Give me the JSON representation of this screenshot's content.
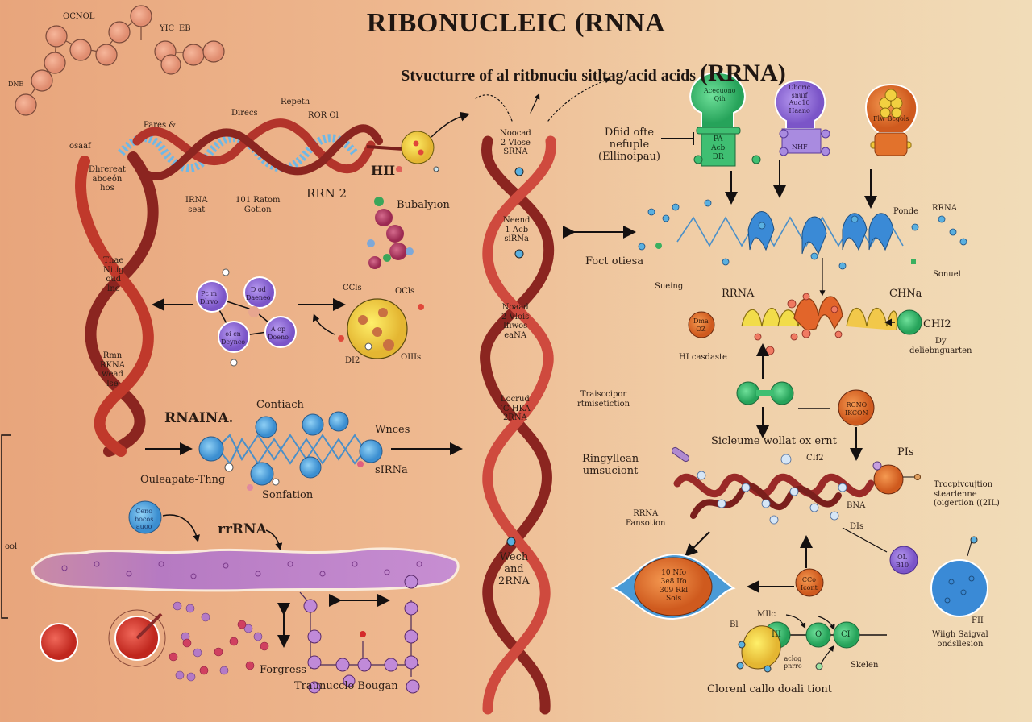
{
  "title": "RIBONUCLEIC (RNNA",
  "subtitle": {
    "text": "Stvucturre of al ritbnuciu sitltag/acid acids",
    "acronym": "(RRNA)"
  },
  "colors": {
    "background_left": "#e8a57c",
    "background_right": "#f1dcb8",
    "helix_red": "#b3342b",
    "helix_dark": "#7a1f1c",
    "base_blue": "#5aa9dd",
    "node_purple": "#9b6fd6",
    "node_green": "#3dbb6e",
    "node_orange": "#e2722c",
    "node_yellow": "#f2d84a",
    "rrna_purple": "#b77cc5"
  },
  "top_left_molecule": {
    "labels": [
      "OCNOL",
      "YIC",
      "EB",
      "DNE"
    ]
  },
  "horizontal_helix": {
    "labels": {
      "left": "osaaf",
      "left_side": [
        "Dhrereat",
        "aboeón",
        "hos"
      ],
      "pairs": "Pares &",
      "direct": "Direcs",
      "repeat": "Repeth",
      "ror": "ROR Ol",
      "rna_seat": [
        "IRNA",
        "seat"
      ],
      "ratom": [
        "101 Ratom",
        "Gotion"
      ],
      "rrn2": "RRN 2",
      "hii": "HII"
    }
  },
  "left_helix": {
    "upper_text": [
      "Thae",
      "Nitig",
      "oud",
      "lnc"
    ],
    "lower_text": [
      "Rmn",
      "RKNA",
      "wead",
      "lse"
    ]
  },
  "butalyion": {
    "label": "Bubalyion"
  },
  "purple_cluster": {
    "nodes": [
      [
        "Pc m",
        "Dlrvo"
      ],
      [
        "D od",
        "Daeneo"
      ],
      [
        "oi cn",
        "Deynco"
      ],
      [
        "A op",
        "Doeno"
      ]
    ]
  },
  "yellow_sphere": {
    "labels": [
      "CCls",
      "OCls",
      "DI2",
      "OIIIs"
    ]
  },
  "blue_strand": {
    "labels": {
      "rnaina": "RNAINA.",
      "contiach": "Contiach",
      "waves": "Wnces",
      "sirna": "sIRNa",
      "ouleapate": "Ouleapate-Thng",
      "sonfation": "Sonfation"
    }
  },
  "central_helix": {
    "segments": [
      [
        "Noocad",
        "2 Vlose",
        "SRNA"
      ],
      [
        "Neend",
        "1 Acb",
        "siRNa"
      ],
      [
        "Noaad",
        "2 Vlois",
        "Ifiwos",
        "eaNA"
      ],
      [
        "Locrud",
        "(C HKA",
        "2RNA"
      ],
      [
        "Wech",
        "and",
        "2RNA"
      ]
    ]
  },
  "rrna_section": {
    "bubble": [
      "Ceno",
      "bocos",
      "auoo"
    ],
    "label": "rrRNA",
    "edge_label": "ool",
    "forgress": "Forgress",
    "bottom": "Traunucclo Bougan"
  },
  "tRNA_bulbs": {
    "left_label": [
      "Dfiid ofte",
      "nefuple",
      "(Ellinoipau)"
    ],
    "green": {
      "top": [
        "Acecuono",
        "Qih"
      ],
      "stem": [
        "PA",
        "Acb",
        "DR"
      ]
    },
    "purple": {
      "top": [
        "Dboric",
        "snuif",
        "Auo10",
        "Haano"
      ],
      "stem": "NHF"
    },
    "orange": {
      "top": "Flw Bcgols"
    }
  },
  "blue_helix_right": {
    "labels": {
      "left": "Foct otiesa",
      "ponde": "Ponde",
      "rrna": "RRNA",
      "sonuel": "Sonuel",
      "sueing": "Sueing"
    }
  },
  "yellow_helix_right": {
    "labels": {
      "rrna": "RRNA",
      "chna": "CHNa",
      "ch12": "CHI2",
      "dy": [
        "Dy",
        "deliebnguarten"
      ],
      "hi": "HI casdaste",
      "orange_ball": [
        "Dma",
        "OZ"
      ]
    }
  },
  "right_mid": {
    "transcript": [
      "Traisccipor",
      "rtmisetiction"
    ],
    "orange_ball": [
      "RCNO",
      "IKCON"
    ],
    "sicleume": "Sicleume wollat ox ernt"
  },
  "ribosome_right": {
    "labels": {
      "ringyllean": [
        "Ringyllean",
        "umsuciont"
      ],
      "cif2": "CIf2",
      "pis": "PIs",
      "trocp": [
        "Trocpivcujtion",
        "stearlenne",
        "(oigertion ((2IL)"
      ],
      "bna": "BNA",
      "dis": "DIs",
      "rrna_fansotion": [
        "RRNA",
        "Fansotion"
      ]
    }
  },
  "bottom_right": {
    "orange_cell": [
      "10 Nfo",
      "3e8 Ifo",
      "309 Rkl",
      "Sols"
    ],
    "small_orange": [
      "CCo",
      "Icont"
    ],
    "purple_ball": [
      "OL",
      "B10"
    ],
    "green_chain": [
      "III",
      "O",
      "CI"
    ],
    "mlc": "MIlc",
    "bl": "Bl",
    "aclog": [
      "aclog",
      "pnrro"
    ],
    "skelen": "Skelen",
    "clorenl": "Clorenl callo doali tiont",
    "blue_cell": "FII",
    "wiigh": [
      "Wiigh Saigval",
      "ondsllesion"
    ]
  }
}
